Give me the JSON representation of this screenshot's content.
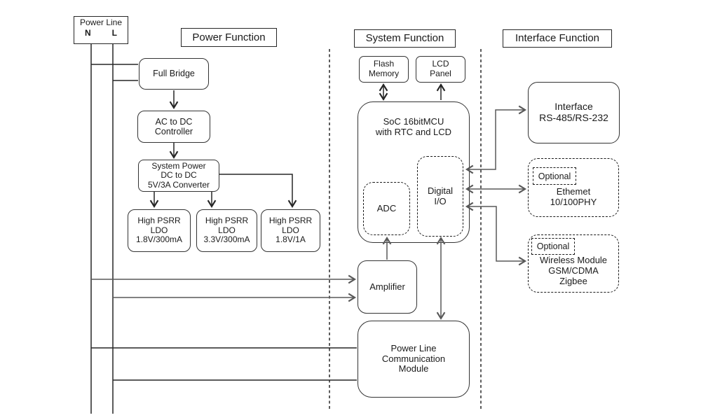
{
  "colors": {
    "background": "#ffffff",
    "line_dark": "#262626",
    "line_gray": "#595959"
  },
  "sections": {
    "power": "Power Function",
    "system": "System Function",
    "interface": "Interface Function"
  },
  "power_line_box": {
    "title": "Power Line",
    "neutral": "N",
    "live": "L"
  },
  "blocks": {
    "full_bridge": "Full Bridge",
    "ac_dc_controller": "AC to DC\nController",
    "system_power": "System Power\nDC to DC\n5V/3A Converter",
    "ldo_1": "High PSRR\nLDO\n1.8V/300mA",
    "ldo_2": "High PSRR\nLDO\n3.3V/300mA",
    "ldo_3": "High PSRR\nLDO\n1.8V/1A",
    "flash_memory": "Flash\nMemory",
    "lcd_panel": "LCD\nPanel",
    "soc": "SoC 16bitMCU\nwith RTC and LCD",
    "adc": "ADC",
    "digital_io": "Digital\nI/O",
    "amplifier": "Amplifier",
    "plc_module": "Power Line\nCommunication\nModule",
    "interface_rs": "Interface\nRS-485/RS-232",
    "ethernet": {
      "optional": "Optional",
      "label": "Ethemet\n10/100PHY"
    },
    "wireless": {
      "optional": "Optional",
      "label": "Wireless Module\nGSM/CDMA\nZigbee"
    }
  }
}
